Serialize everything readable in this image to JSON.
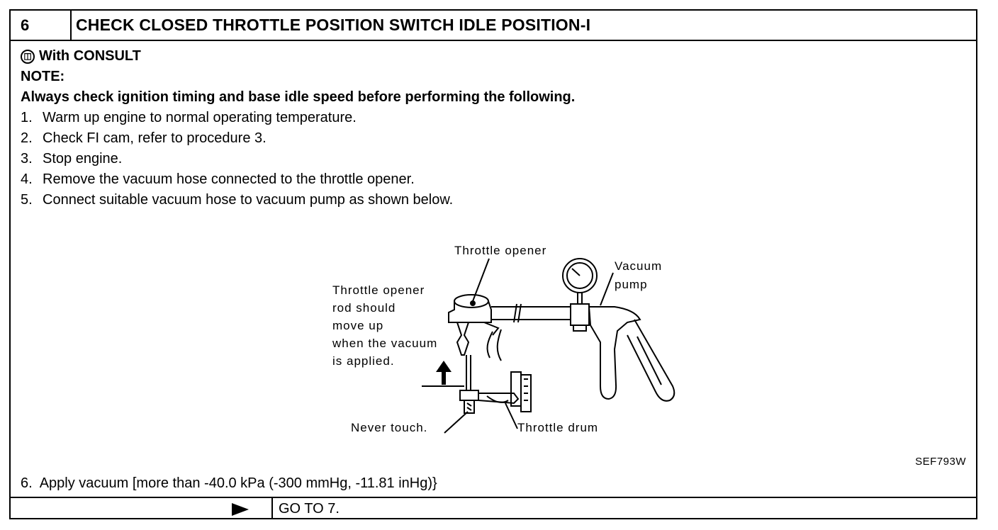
{
  "header": {
    "step_number": "6",
    "title": "CHECK CLOSED THROTTLE POSITION SWITCH IDLE POSITION-I"
  },
  "consult": {
    "icon": "consult-icon",
    "label": "With CONSULT"
  },
  "note": {
    "label": "NOTE:",
    "text": "Always check ignition timing and base idle speed before performing the following."
  },
  "steps": [
    {
      "num": "1.",
      "text": "Warm up engine to normal operating temperature."
    },
    {
      "num": "2.",
      "text": "Check FI cam, refer to procedure 3."
    },
    {
      "num": "3.",
      "text": "Stop engine."
    },
    {
      "num": "4.",
      "text": "Remove the vacuum hose connected to the throttle opener."
    },
    {
      "num": "5.",
      "text": "Connect suitable vacuum hose to vacuum pump as shown below."
    }
  ],
  "figure": {
    "labels": {
      "throttle_opener": "Throttle opener",
      "vacuum_pump_1": "Vacuum",
      "vacuum_pump_2": "pump",
      "note_1": "Throttle opener",
      "note_2": "rod should",
      "note_3": "move up",
      "note_4": "when the vacuum",
      "note_5": "is applied.",
      "never_touch": "Never touch.",
      "throttle_drum": "Throttle drum"
    },
    "code": "SEF793W"
  },
  "step6": {
    "num": "6.",
    "text": "Apply vacuum [more than -40.0 kPa (-300 mmHg, -11.81 inHg)}"
  },
  "footer": {
    "arrow_icon": "right-triangle-arrow-icon",
    "goto": "GO TO 7."
  }
}
